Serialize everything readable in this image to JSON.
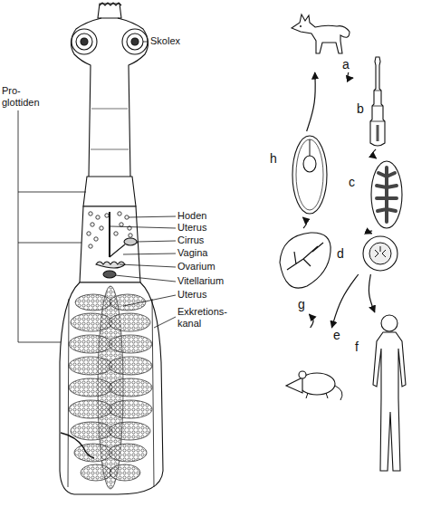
{
  "diagram": {
    "nodes": [
      {
        "text": [
          "a"
        ]
      },
      {
        "text": [
          "b"
        ]
      },
      {
        "text": [
          "c"
        ]
      },
      {
        "text": [
          "d"
        ]
      },
      {
        "text": [
          "e"
        ]
      },
      {
        "text": [
          "f"
        ]
      },
      {
        "text": [
          "g"
        ]
      },
      {
        "text": [
          "h"
        ]
      }
    ],
    "edges": [
      {
        "from": 0,
        "to": 1,
        "arrow": "to"
      },
      {
        "from": 1,
        "to": 2,
        "arrow": "to"
      },
      {
        "from": 2,
        "to": 3,
        "arrow": "to"
      },
      {
        "from": 3,
        "to": 4,
        "arrow": "to"
      },
      {
        "from": 3,
        "to": 5,
        "arrow": "to"
      },
      {
        "from": 4,
        "to": 6,
        "arrow": "to"
      },
      {
        "from": 6,
        "to": 7,
        "arrow": "to"
      },
      {
        "from": 7,
        "to": 0,
        "arrow": "to"
      }
    ],
    "labels": [
      "Skolex",
      "Pro- glottiden",
      "Hoden",
      "Uterus",
      "Cirrus",
      "Vagina",
      "Ovarium",
      "Vitellarium",
      "Uterus",
      "Exkretions- kanal"
    ]
  }
}
